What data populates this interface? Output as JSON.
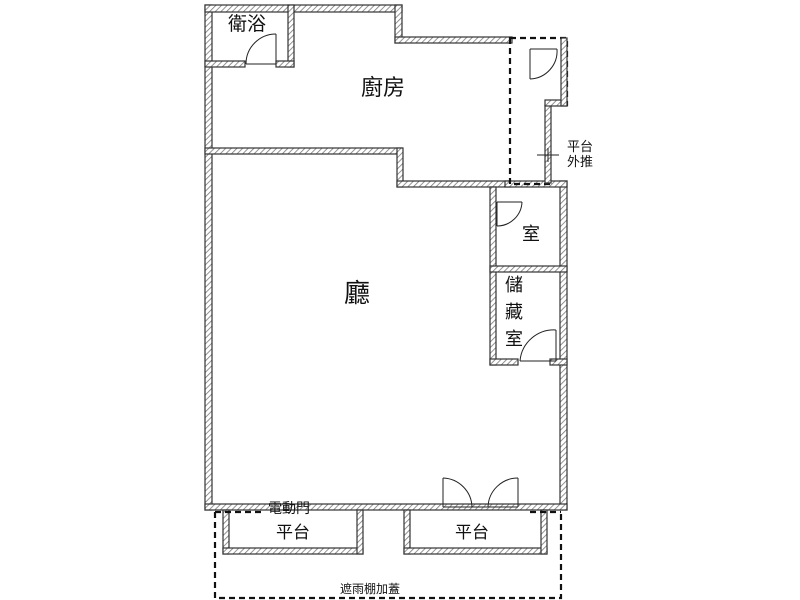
{
  "rooms": {
    "bathroom": "衛浴",
    "kitchen": "廚房",
    "living": "廳",
    "room": "室",
    "storage_1": "儲",
    "storage_2": "藏",
    "storage_3": "室",
    "balcony_left": "平台",
    "balcony_right": "平台"
  },
  "notes": {
    "platform_push_1": "平台",
    "platform_push_2": "外推",
    "electric_door": "電動門",
    "canopy": "遮雨棚加蓋"
  }
}
